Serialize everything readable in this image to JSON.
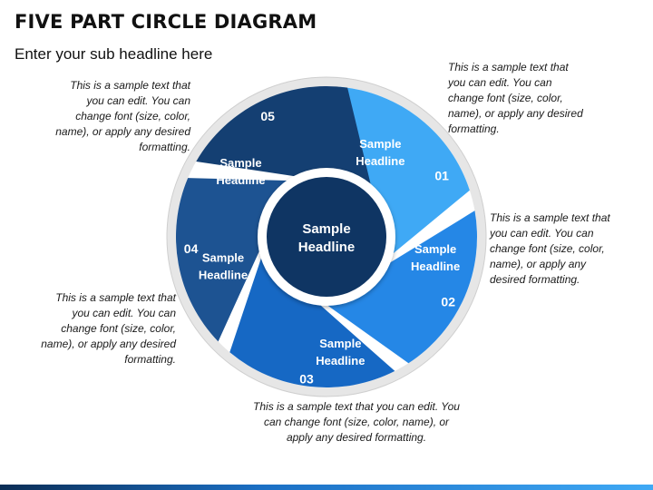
{
  "title": "FIVE PART CIRCLE DIAGRAM",
  "subtitle": "Enter your sub headline here",
  "center": {
    "line1": "Sample",
    "line2": "Headline"
  },
  "segments": [
    {
      "number": "01",
      "line1": "Sample",
      "line2": "Headline",
      "color": "#3fa9f5",
      "text": "This is a sample text that you can edit. You can change font (size, color, name), or apply any desired formatting."
    },
    {
      "number": "02",
      "line1": "Sample",
      "line2": "Headline",
      "color": "#2587e6",
      "text": "This is a sample text that you can edit. You can change font (size, color, name), or apply any desired formatting."
    },
    {
      "number": "03",
      "line1": "Sample",
      "line2": "Headline",
      "color": "#1668c4",
      "text": "This is a sample text that you can edit. You can change font (size, color, name), or apply any desired formatting."
    },
    {
      "number": "04",
      "line1": "Sample",
      "line2": "Headline",
      "color": "#1d5392",
      "text": "This is a sample text that you can edit. You can change font (size, color, name), or apply any desired formatting."
    },
    {
      "number": "05",
      "line1": "Sample",
      "line2": "Headline",
      "color": "#143f72",
      "text": "This is a sample text that you can edit. You can change font (size, color, name), or apply any desired formatting."
    }
  ],
  "colors": {
    "hub": "#0f3563",
    "ring": "#d8d8d8",
    "gap": "#ffffff"
  }
}
